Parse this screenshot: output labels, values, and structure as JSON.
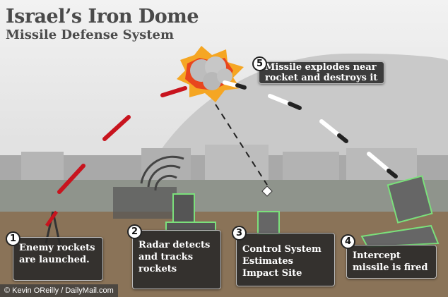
{
  "title": {
    "line1": "Israel’s Iron Dome",
    "line2": "Missile Defense System"
  },
  "steps": [
    {
      "number": "1",
      "text": "Enemy rockets are launched."
    },
    {
      "number": "2",
      "text": "Radar detects and tracks rockets"
    },
    {
      "number": "3",
      "text": "Control System Estimates Impact Site"
    },
    {
      "number": "4",
      "text": "Intercept missile is fired"
    },
    {
      "number": "5",
      "text": "Missile explodes near rocket and destroys it"
    }
  ],
  "credit": "© Kevin OReilly / DailyMail.com",
  "colors": {
    "enemy_rocket": "#c8141e",
    "interceptor": "#ffffff",
    "box": "#2a2a2a",
    "field": "#8a7358",
    "dome": "#c9c9c9"
  }
}
